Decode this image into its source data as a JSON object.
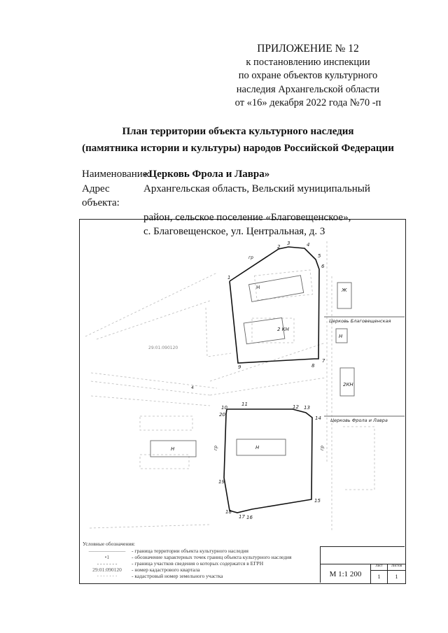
{
  "header": {
    "appendix": "ПРИЛОЖЕНИЕ № 12",
    "line1": "к постановлению инспекции",
    "line2": "по охране объектов культурного",
    "line3": "наследия Архангельской области",
    "line4": "от «16» декабря 2022 года №70 -п"
  },
  "title": {
    "line1": "План территории объекта культурного наследия",
    "line2": "(памятника истории и культуры) народов Российской Федерации"
  },
  "object": {
    "name_label": "Наименование:",
    "name_value": "«Церковь Фрола и Лавра»",
    "address_label": "Адрес объекта:",
    "address_line1": "Архангельская область, Вельский муниципальный",
    "address_line2": "район, сельское поселение «Благовещенское»,",
    "address_line3": "с. Благовещенское, ул. Центральная, д. 3"
  },
  "map": {
    "cadastral_quarter": "29:01:090120",
    "street_labels": [
      "Церковь Благовещенская",
      "Церковь Фрола и Лавра"
    ],
    "building_labels": [
      "Н",
      "2 КН",
      "Ж",
      "Н",
      "2КН",
      "Н",
      "Н"
    ],
    "point_labels": [
      "1",
      "2",
      "3",
      "4",
      "5",
      "6",
      "7",
      "8",
      "9",
      "10",
      "11",
      "12",
      "13",
      "14",
      "15",
      "16",
      "17",
      "18",
      "19",
      "20"
    ],
    "misc_labels": [
      "гр",
      "гр",
      "гр",
      "4"
    ]
  },
  "legend": {
    "heading": "Условные обозначения:",
    "items": [
      {
        "symbol": "———————",
        "text": "- граница территории объекта культурного наследия"
      },
      {
        "symbol": "•1",
        "text": "- обозначение характерных точек границ объекта культурного наследия"
      },
      {
        "symbol": "- - - - - - -",
        "text": "- граница участков сведения о которых содержатся в ЕГРН"
      },
      {
        "symbol": "29:01:090120",
        "text": "- номер кадастрового квартала"
      },
      {
        "symbol": "· · · · · · ·",
        "text": "- кадастровый номер земельного участка"
      }
    ]
  },
  "title_block": {
    "scale": "М 1:1 200",
    "sheet_label": "Лист",
    "sheets_label": "Листов",
    "sheet": "1",
    "sheets": "1"
  }
}
